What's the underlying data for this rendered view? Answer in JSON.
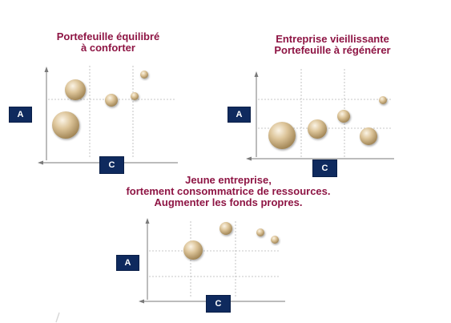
{
  "colors": {
    "title": "#8e1544",
    "label_box": "#0f2a5e",
    "axis": "#7a7a7a",
    "grid": "#b5b5b5"
  },
  "diagrams": [
    {
      "title_lines": [
        "Portefeuille équilibré",
        "à conforter"
      ],
      "y_label": "A",
      "x_label": "C"
    },
    {
      "title_lines": [
        "Entreprise vieillissante",
        "Portefeuille à régénérer"
      ],
      "y_label": "A",
      "x_label": "C"
    },
    {
      "title_lines": [
        "Jeune entreprise,",
        "fortement consommatrice de ressources.",
        "Augmenter les fonds propres."
      ],
      "y_label": "A",
      "x_label": "C"
    }
  ]
}
